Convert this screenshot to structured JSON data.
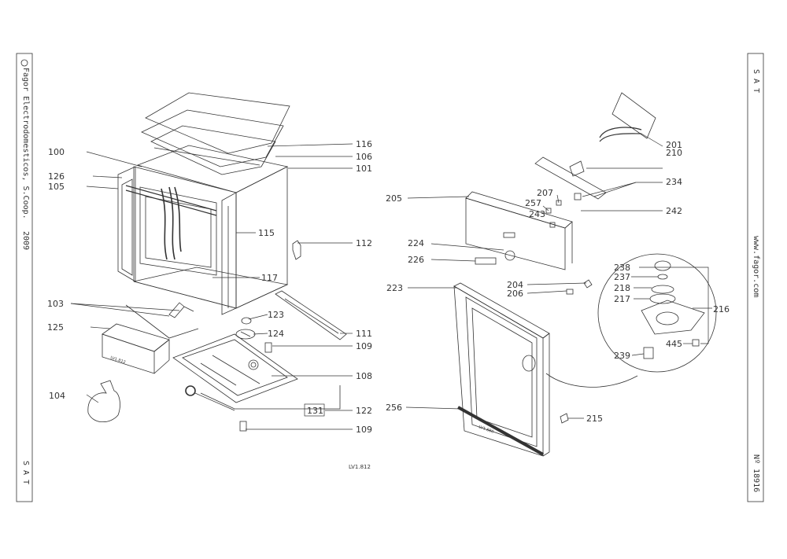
{
  "left_strip": {
    "company": "Fagor Electrodomesticos, S.Coop.",
    "year": "2009",
    "sat": "S A T"
  },
  "right_strip": {
    "sat": "S A T",
    "website": "www.fagor.com",
    "number": "Nº 18916"
  },
  "drawing": {
    "code": "LV1.812",
    "module_label": "LV1.812",
    "door_label": "LV1.880"
  },
  "part_numbers": {
    "p100": "100",
    "p126": "126",
    "p105": "105",
    "p103": "103",
    "p125": "125",
    "p104": "104",
    "p116": "116",
    "p106": "106",
    "p101": "101",
    "p115": "115",
    "p112": "112",
    "p117": "117",
    "p123": "123",
    "p124": "124",
    "p111": "111",
    "p109a": "109",
    "p108": "108",
    "p131": "131",
    "p122": "122",
    "p109b": "109",
    "p201": "201",
    "p210": "210",
    "p234": "234",
    "p205": "205",
    "p207": "207",
    "p257": "257",
    "p243": "243",
    "p242": "242",
    "p224": "224",
    "p226": "226",
    "p204": "204",
    "p206": "206",
    "p223": "223",
    "p238": "238",
    "p237": "237",
    "p218": "218",
    "p217": "217",
    "p216": "216",
    "p445": "445",
    "p239": "239",
    "p256": "256",
    "p215": "215"
  }
}
